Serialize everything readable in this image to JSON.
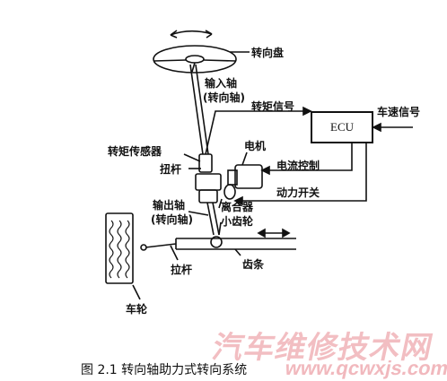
{
  "labels": {
    "steering_wheel": "转向盘",
    "input_shaft_1": "输入轴",
    "input_shaft_2": "(转向轴)",
    "torque_signal": "转矩信号",
    "ecu": "ECU",
    "vehicle_speed_signal": "车速信号",
    "torque_sensor": "转矩传感器",
    "motor": "电机",
    "torsion_bar": "扭杆",
    "current_control": "电流控制",
    "power_switch": "动力开关",
    "output_shaft_1": "输出轴",
    "output_shaft_2": "(转向轴)",
    "clutch": "离合器",
    "pinion": "小齿轮",
    "tie_rod": "拉杆",
    "rack": "齿条",
    "wheel": "车轮"
  },
  "caption": "图 2.1 转向轴助力式转向系统",
  "watermark": {
    "main": "汽车维修技术网",
    "url": "www.qcwxjs.com"
  }
}
